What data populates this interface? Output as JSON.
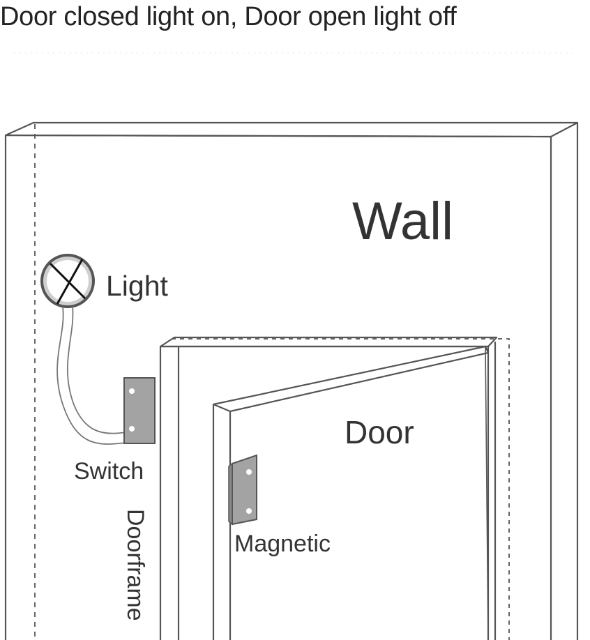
{
  "caption": "Door closed light on, Door open light off",
  "labels": {
    "wall": "Wall",
    "light": "Light",
    "door": "Door",
    "switch": "Switch",
    "doorframe": "Doorframe",
    "magnetic": "Magnetic"
  },
  "colors": {
    "line": "#555555",
    "sensor_fill": "#a3a3a3",
    "light_fill": "#cfcfcf"
  },
  "icons": {
    "light": "light-bulb-icon",
    "switch": "reed-switch-icon",
    "magnet": "magnet-icon"
  }
}
